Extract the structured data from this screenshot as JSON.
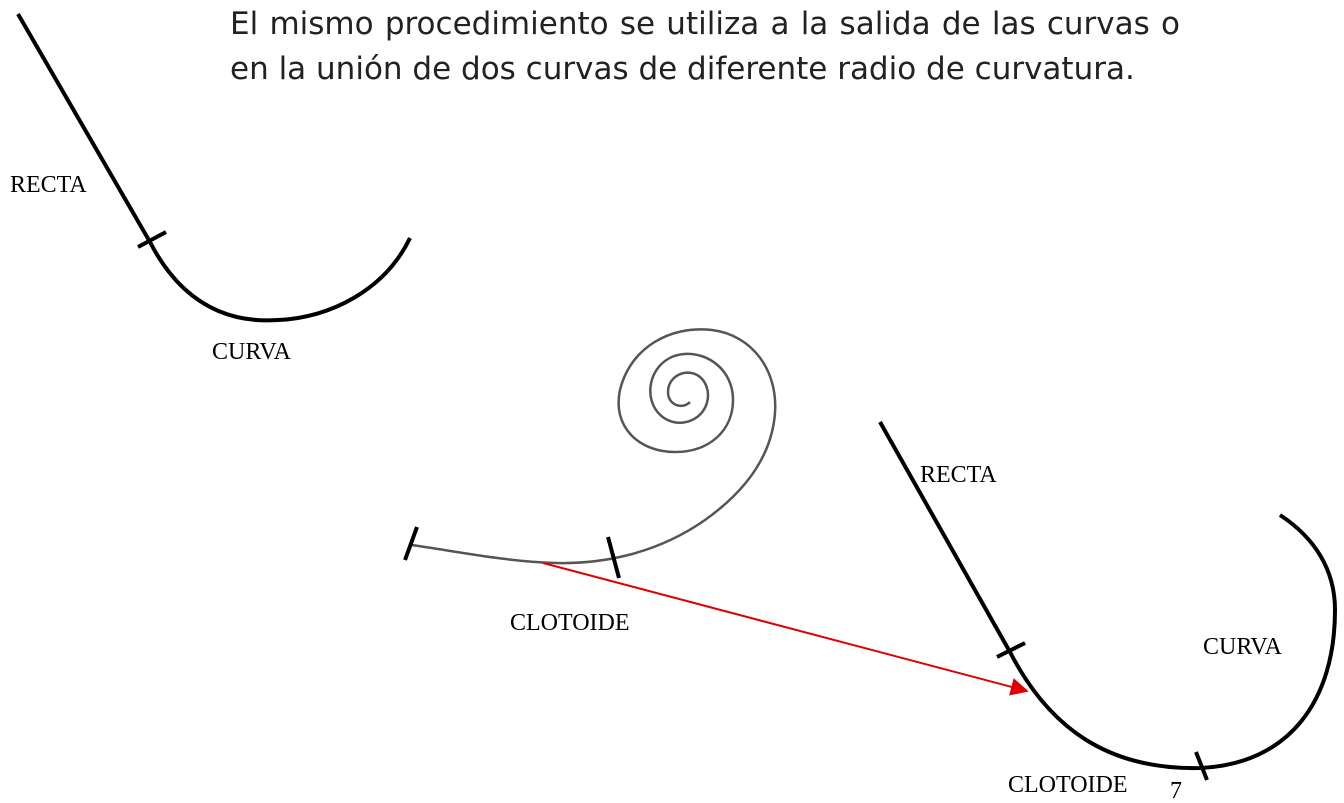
{
  "text": {
    "paragraph": "El mismo procedimiento se utiliza a la salida de las curvas o en la unión de dos curvas de diferente radio de curvatura."
  },
  "diagram_top": {
    "straight_label": "RECTA",
    "curve_label": "CURVA"
  },
  "diagram_clothoid": {
    "label": "CLOTOIDE"
  },
  "diagram_bottom": {
    "straight_label": "RECTA",
    "curve_label": "CURVA",
    "clothoid_label": "CLOTOIDE"
  },
  "page_number": "7",
  "colors": {
    "road_line": "#000000",
    "spiral_line": "#555555",
    "arrow": "#e00000",
    "text": "#222222"
  }
}
